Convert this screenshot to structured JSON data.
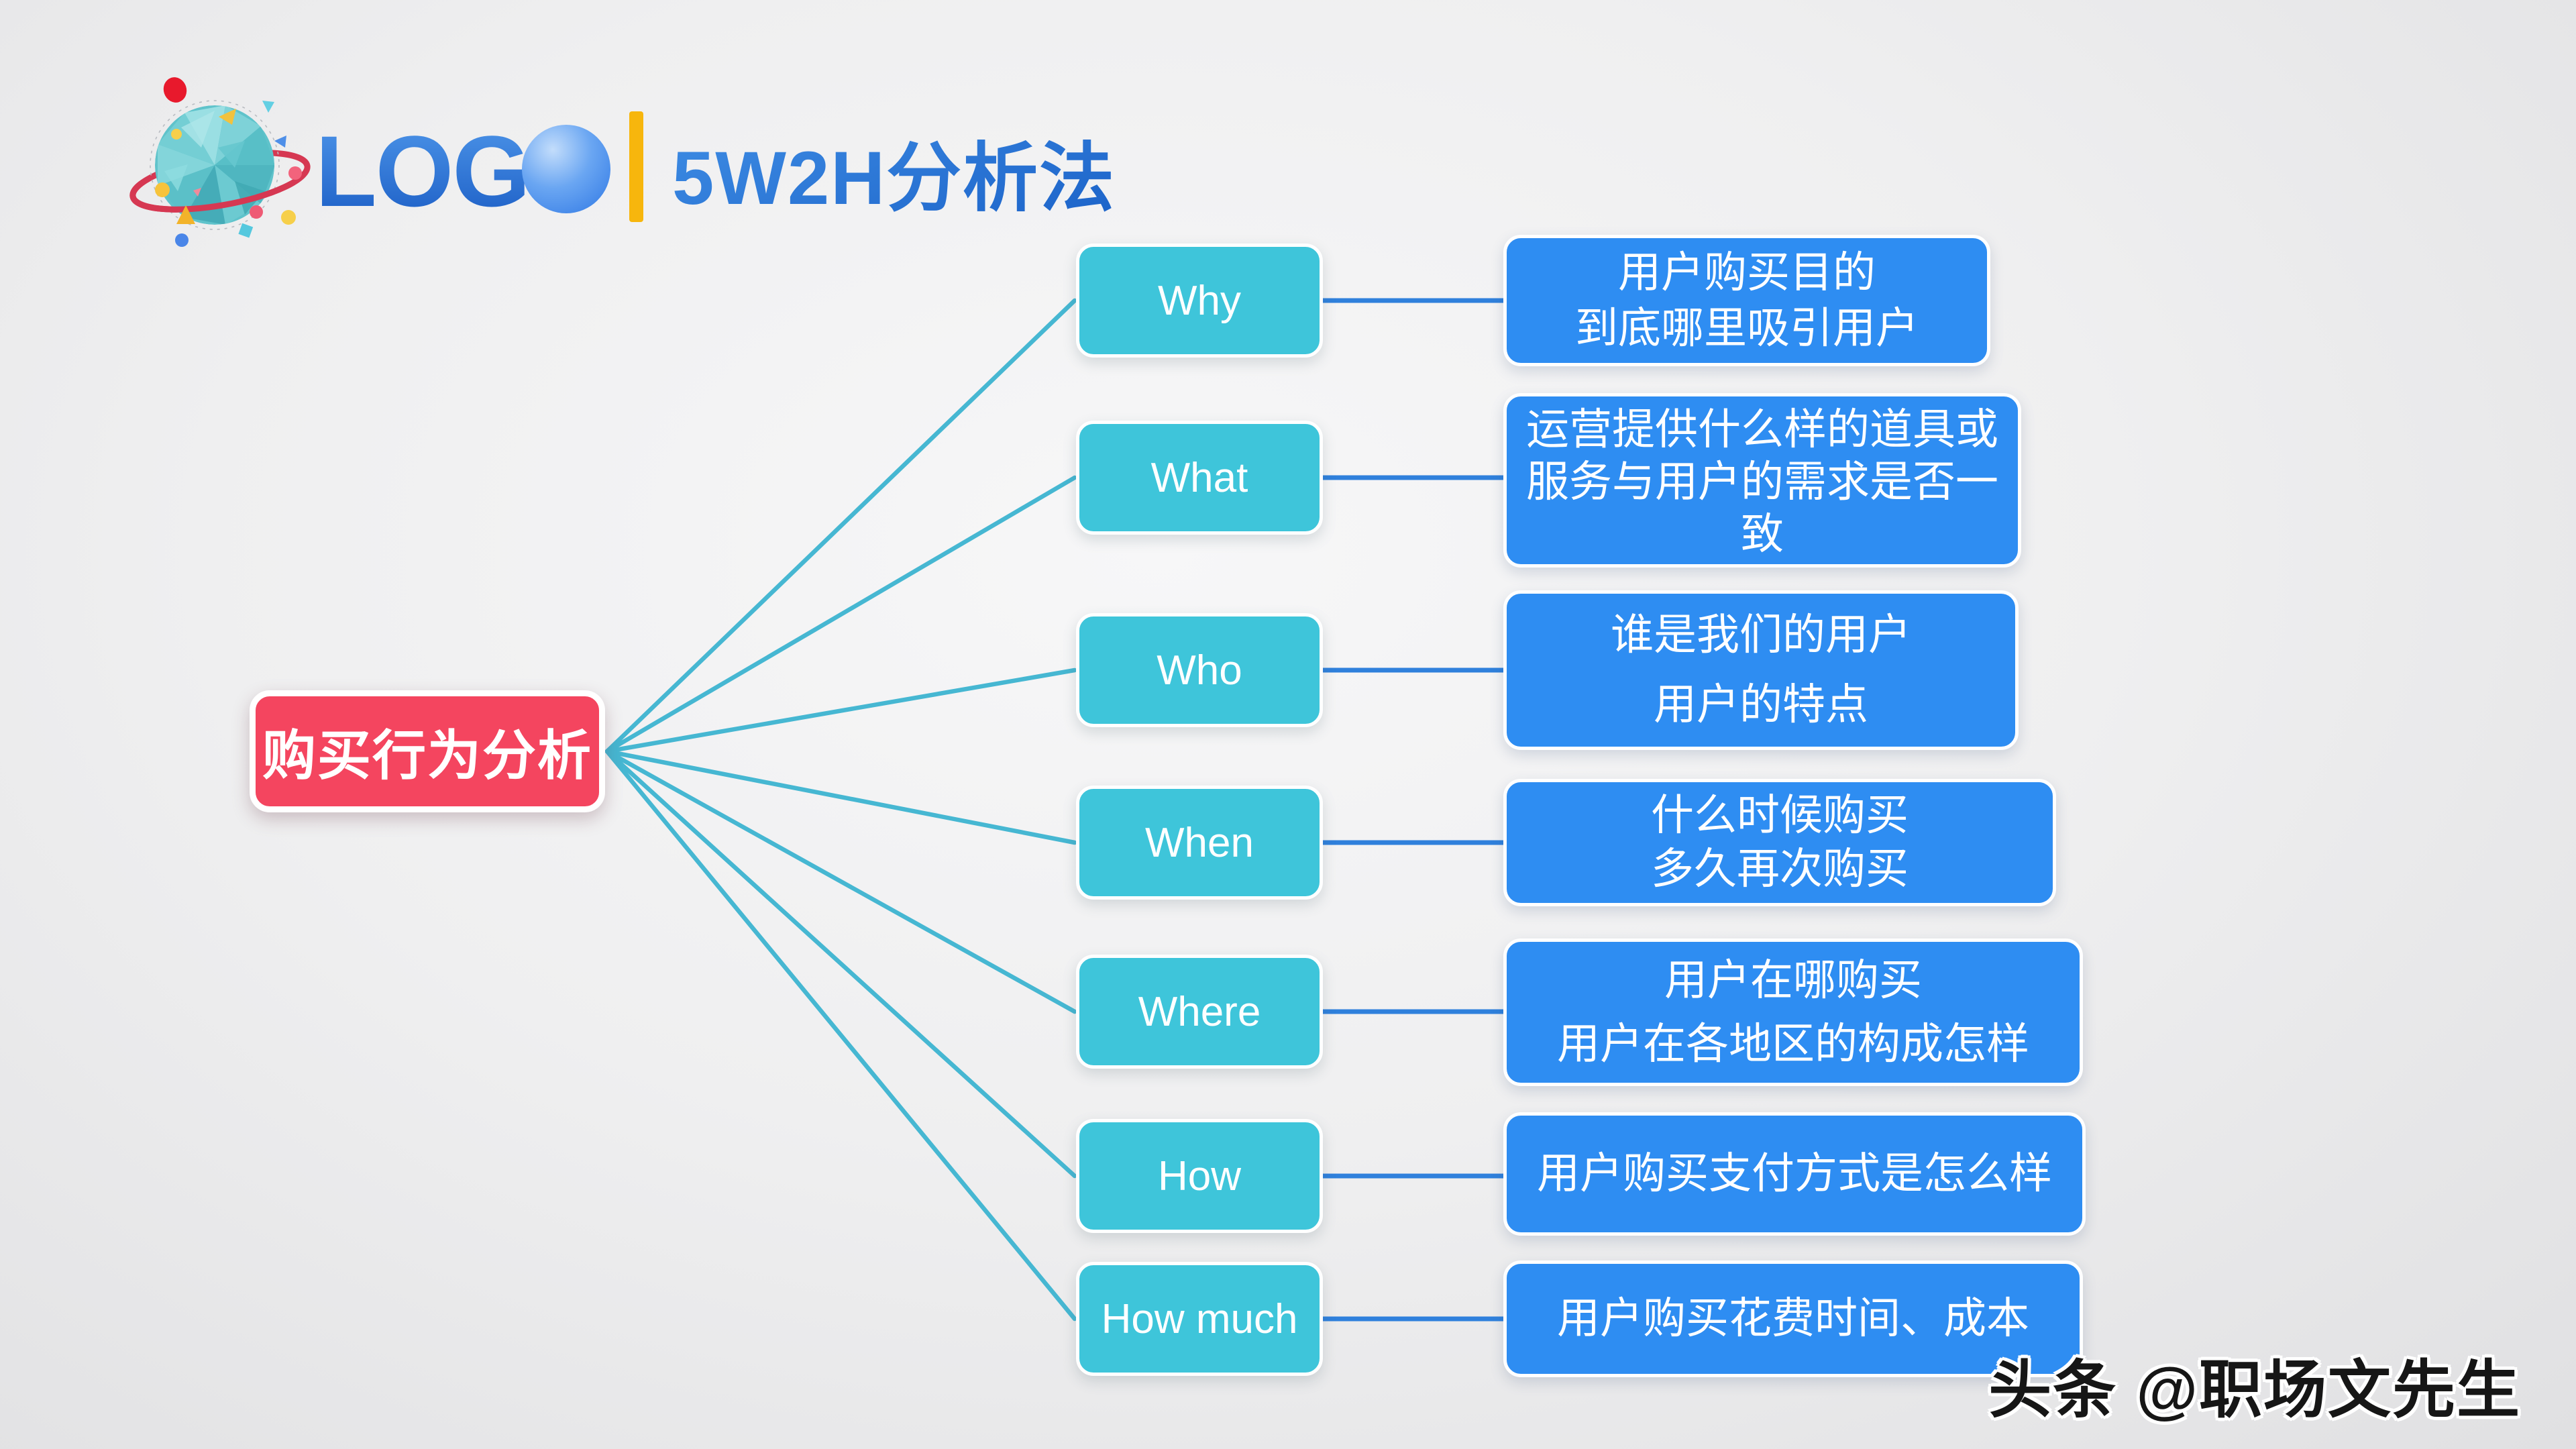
{
  "header": {
    "logo_text": "LOG",
    "title": "5W2H分析法"
  },
  "mindmap": {
    "root": "购买行为分析",
    "branches": [
      {
        "label": "Why",
        "detail_lines": [
          "用户购买目的",
          "到底哪里吸引用户"
        ]
      },
      {
        "label": "What",
        "detail_lines": [
          "运营提供什么样的道具或",
          "服务与用户的需求是否一",
          "致"
        ]
      },
      {
        "label": "Who",
        "detail_lines": [
          "谁是我们的用户",
          "用户的特点"
        ]
      },
      {
        "label": "When",
        "detail_lines": [
          "什么时候购买",
          "多久再次购买"
        ]
      },
      {
        "label": "Where",
        "detail_lines": [
          "用户在哪购买",
          "用户在各地区的构成怎样"
        ]
      },
      {
        "label": "How",
        "detail_lines": [
          "用户购买支付方式是怎么样"
        ]
      },
      {
        "label": "How much",
        "detail_lines": [
          "用户购买花费时间、成本"
        ]
      }
    ]
  },
  "watermark": "头条 @职场文先生",
  "colors": {
    "root_node": "#f4455f",
    "branch_node": "#3ec5da",
    "detail_node": "#2e8df2",
    "fan_line": "#46b7d2",
    "connector_line": "#2f80dc",
    "accent_bar": "#f7b60d",
    "title_blue": "#2b7cd9",
    "logo_blue": "#2f7de0",
    "background": "#efeff0"
  }
}
